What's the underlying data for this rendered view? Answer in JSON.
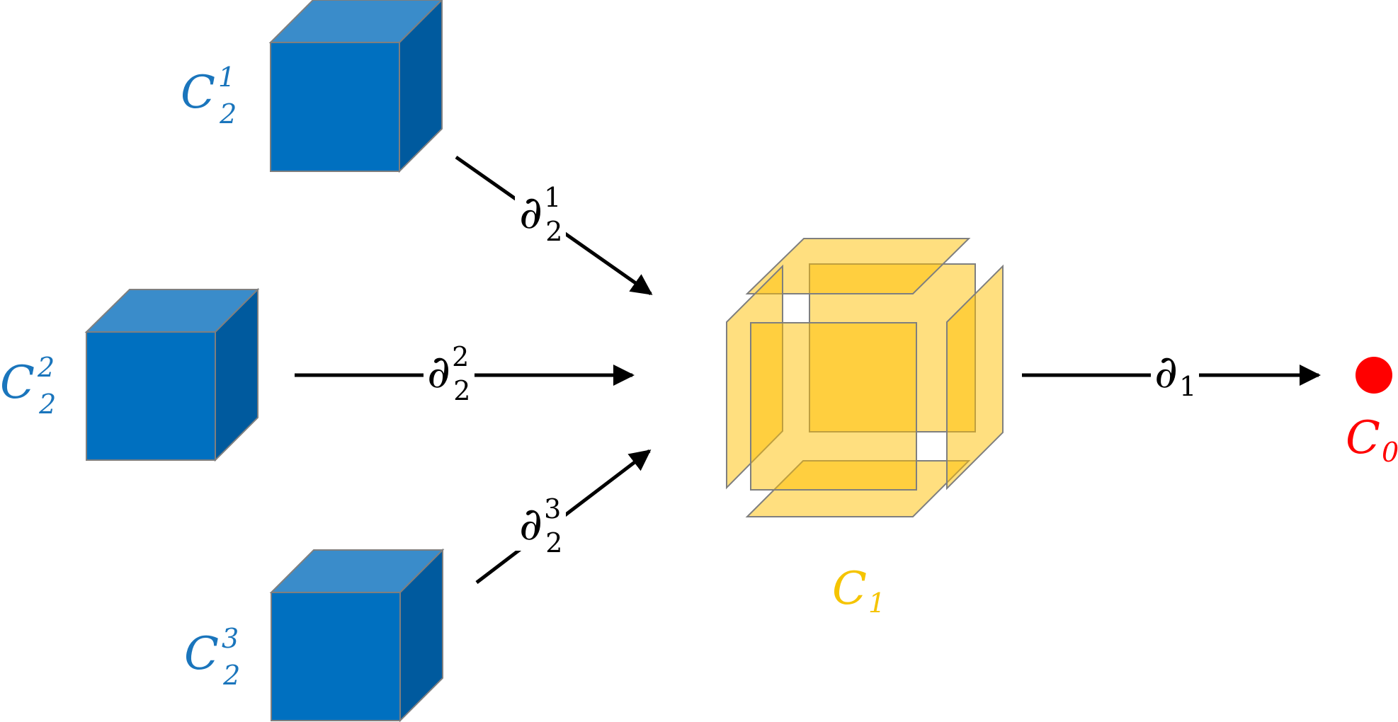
{
  "colors": {
    "cube_front": "#0070c0",
    "cube_top": "#3a8cca",
    "cube_side": "#005a9e",
    "cube_edge": "#7f7f7f",
    "face_fill": "#ffc000",
    "face_fill_strong": "#ffcd3d",
    "label_blue": "#1a75bc",
    "label_yellow": "#f5c400",
    "label_red": "#ff0000",
    "arrow": "#000000",
    "point": "#ff0000"
  },
  "labels": {
    "c2_1": {
      "main": "C",
      "sub": "2",
      "sup": "1"
    },
    "c2_2": {
      "main": "C",
      "sub": "2",
      "sup": "2"
    },
    "c2_3": {
      "main": "C",
      "sub": "2",
      "sup": "3"
    },
    "c1": {
      "main": "C",
      "sub": "1"
    },
    "c0": {
      "main": "C",
      "sub": "0"
    },
    "d2_1": {
      "main": "∂",
      "sub": "2",
      "sup": "1"
    },
    "d2_2": {
      "main": "∂",
      "sub": "2",
      "sup": "2"
    },
    "d2_3": {
      "main": "∂",
      "sub": "2",
      "sup": "3"
    },
    "d1": {
      "main": "∂",
      "sub": "1"
    }
  }
}
